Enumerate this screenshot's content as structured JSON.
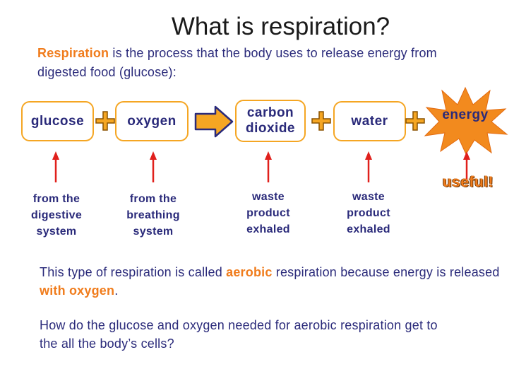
{
  "title": "What is respiration?",
  "intro": {
    "term": "Respiration",
    "rest": " is the process that the body uses to release energy from digested food (glucose):"
  },
  "equation": {
    "glucose": "glucose",
    "oxygen": "oxygen",
    "carbon_dioxide_line1": "carbon",
    "carbon_dioxide_line2": "dioxide",
    "water": "water",
    "energy": "energy"
  },
  "captions": {
    "glucose": [
      "from the",
      "digestive",
      "system"
    ],
    "oxygen": [
      "from the",
      "breathing",
      "system"
    ],
    "carbon_dioxide": [
      "waste",
      "product",
      "exhaled"
    ],
    "water": [
      "waste",
      "product",
      "exhaled"
    ],
    "energy": "useful!"
  },
  "aerobic": {
    "p1": "This type of respiration is called ",
    "highlight1": "aerobic",
    "p2": " respiration because energy is released ",
    "highlight2": "with oxygen",
    "p3": "."
  },
  "question": "How do the glucose and oxygen needed for aerobic respiration get to the all the body’s cells?",
  "colors": {
    "accent": "#f07c1c",
    "text": "#2a2a7a",
    "arrow_red": "#e0201c",
    "box_border": "#f5a623"
  }
}
